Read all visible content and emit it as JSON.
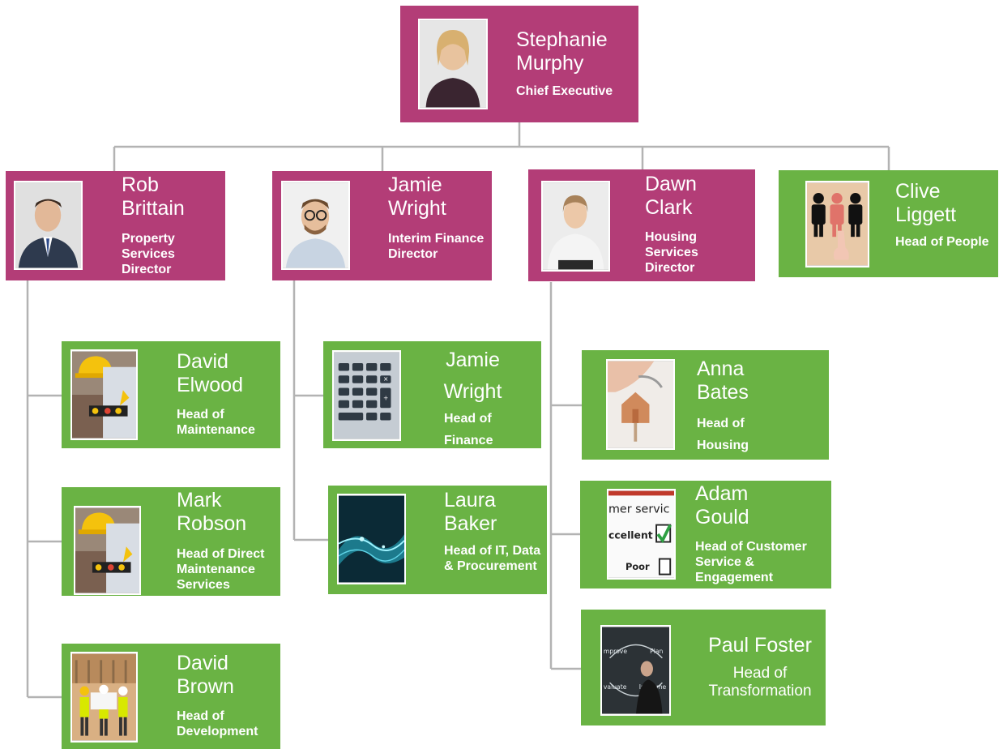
{
  "colors": {
    "director": "#b33d77",
    "head": "#6ab344",
    "connector": "#b3b3b3"
  },
  "ceo": {
    "name": "Stephanie Murphy",
    "title": "Chief Executive",
    "photo": "portrait-woman-blonde"
  },
  "directors": [
    {
      "id": "rob",
      "name": "Rob Brittain",
      "title": "Property Services Director",
      "photo": "portrait-man-suit"
    },
    {
      "id": "jamie-dir",
      "name": "Jamie Wright",
      "title": "Interim Finance Director",
      "photo": "portrait-man-glasses"
    },
    {
      "id": "dawn",
      "name": "Dawn Clark",
      "title": "Housing Services Director",
      "photo": "portrait-woman"
    },
    {
      "id": "clive",
      "name": "Clive Liggett",
      "title": "Head of People",
      "photo": "people-selection-icon"
    }
  ],
  "heads": [
    {
      "id": "david-e",
      "name": "David Elwood",
      "title": "Head of Maintenance",
      "photo": "hard-hat-worker-icon"
    },
    {
      "id": "mark",
      "name": "Mark Robson",
      "title": "Head of Direct Maintenance Services",
      "photo": "hard-hat-worker-icon"
    },
    {
      "id": "david-b",
      "name": "David Brown",
      "title": "Head of Development",
      "photo": "construction-team-icon"
    },
    {
      "id": "jamie-head",
      "name": "Jamie Wright",
      "title": "Head of Finance",
      "photo": "calculator-icon"
    },
    {
      "id": "laura",
      "name": "Laura Baker",
      "title": "Head of IT, Data & Procurement",
      "photo": "digital-wave-icon"
    },
    {
      "id": "anna",
      "name": "Anna Bates",
      "title": "Head of Housing",
      "photo": "house-key-icon"
    },
    {
      "id": "adam",
      "name": "Adam Gould",
      "title": "Head of Customer Service & Engagement",
      "photo": "customer-service-survey-icon"
    },
    {
      "id": "paul",
      "name": "Paul Foster",
      "title": "Head of Transformation",
      "photo": "process-cycle-icon"
    }
  ],
  "survey_words": {
    "top": "mer servic",
    "mid": "ccellent",
    "low": "Poor"
  },
  "cycle_words": {
    "a": "mprove",
    "b": "Plan",
    "c": "valuate",
    "d": "Impleme"
  }
}
